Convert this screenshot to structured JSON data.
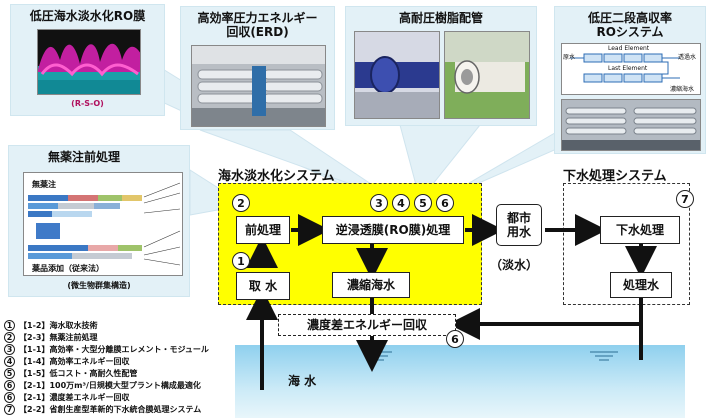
{
  "callouts": {
    "ro_membrane": {
      "title": "低圧海水淡水化RO膜",
      "caption": "(R-S-O)"
    },
    "erd": {
      "title": "高効率圧力エネルギー\n回収(ERD)"
    },
    "piping": {
      "title": "高耐圧樹脂配管"
    },
    "two_stage": {
      "title": "低圧二段高収率\nROシステム",
      "lead_element": "Lead Element",
      "last_element": "Last Element",
      "in_label": "原水",
      "out_label": "透過水",
      "conc_label": "濃縮海水"
    },
    "pretreatment": {
      "title": "無薬注前処理",
      "no_chem": "無薬注",
      "chem_added": "薬品添加（従来法）",
      "caption": "(微生物群集構造)"
    }
  },
  "systems": {
    "desal_title": "海水淡水化システム",
    "sewage_title": "下水処理システム"
  },
  "boxes": {
    "pretreat": "前処理",
    "ro": "逆浸透膜(RO膜)処理",
    "intake": "取 水",
    "brine": "濃縮海水",
    "urban": "都市\n用水",
    "fresh": "（淡水）",
    "sewage_treat": "下水処理",
    "treated": "処理水",
    "concentration_energy": "濃度差エネルギー回収",
    "sea": "海 水"
  },
  "numbers": {
    "n1": "1",
    "n2": "2",
    "n3": "3",
    "n4": "4",
    "n5": "5",
    "n6": "6",
    "n7": "7"
  },
  "legend": [
    {
      "num": "1",
      "text": "【1-2】海水取水技術"
    },
    {
      "num": "2",
      "text": "【2-3】無薬注前処理"
    },
    {
      "num": "3",
      "text": "【1-1】高効率・大型分離膜エレメント・モジュール"
    },
    {
      "num": "4",
      "text": "【1-4】高効率エネルギー回収"
    },
    {
      "num": "5",
      "text": "【1-5】低コスト・高耐久性配管"
    },
    {
      "num": "6",
      "text": "【2-1】100万m³/日規模大型プラント構成最適化"
    },
    {
      "num": "6",
      "text": "【2-1】濃度差エネルギー回収"
    },
    {
      "num": "7",
      "text": "【2-2】省創生産型革新的下水統合膜処理システム"
    }
  ],
  "colors": {
    "yellow": "#ffff00",
    "callout_bg": "#e3f1f7",
    "sea": "#8fd0ee"
  }
}
